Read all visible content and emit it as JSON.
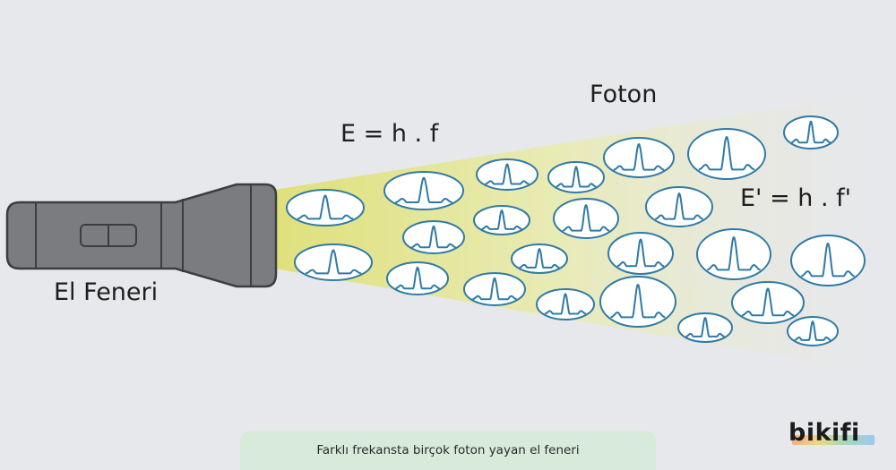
{
  "labels": {
    "formula_1": "E = h . f",
    "formula_2": "E' = h . f'",
    "photon": "Foton",
    "flashlight": "El Feneri"
  },
  "caption": "Farklı frekansta birçok foton yayan el feneri",
  "brand": "bikifi",
  "colors": {
    "background": "#e7e8ec",
    "flashlight_body": "#7b7c80",
    "flashlight_outline": "#3c3d40",
    "beam_near": "#dfe07a",
    "photon_outline": "#2f7aa6",
    "photon_fill": "#ffffff",
    "caption_bg": "#d8ead9"
  },
  "icons": {
    "flashlight": "flashlight-icon",
    "photon": "photon-wave-icon"
  }
}
